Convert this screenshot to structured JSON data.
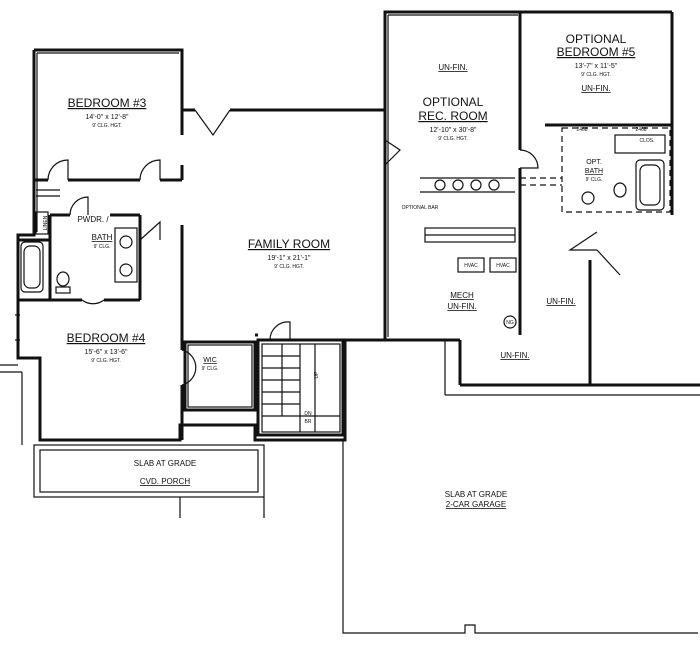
{
  "rooms": {
    "bedroom3": {
      "name": "BEDROOM #3",
      "dims": "14'-0\" x 12'-8\"",
      "ceiling": "9' CLG. HGT."
    },
    "pwdr": {
      "name": "PWDR. /"
    },
    "bath": {
      "name": "BATH",
      "ceiling": "9' CLG."
    },
    "linen": {
      "name": "LINEN"
    },
    "family": {
      "name": "FAMILY ROOM",
      "dims": "19'-1\" x 21'-1\"",
      "ceiling": "9' CLG. HGT."
    },
    "bedroom4": {
      "name": "BEDROOM #4",
      "dims": "15'-6\" x 13'-6\"",
      "ceiling": "9' CLG. HGT."
    },
    "wic": {
      "name": "WIC",
      "ceiling": "9' CLG."
    },
    "unfin_top": {
      "name": "UN-FIN."
    },
    "rec": {
      "line1": "OPTIONAL",
      "line2": "REC. ROOM",
      "dims": "12'-10\" x 30'-8\"",
      "ceiling": "9' CLG. HGT."
    },
    "optional_bar": {
      "name": "OPTIONAL BAR"
    },
    "hvac1": {
      "name": "HVAC"
    },
    "hvac2": {
      "name": "HVAC"
    },
    "mech": {
      "line1": "MECH",
      "line2": "UN-FIN."
    },
    "ng": {
      "name": "NG"
    },
    "bedroom5": {
      "line1": "OPTIONAL",
      "line2": "BEDROOM #5",
      "dims": "13'-7\" x 11'-5\"",
      "ceiling": "9' CLG. HGT.",
      "unfin": "UN-FIN."
    },
    "opt_bath": {
      "line1": "OPT.",
      "line2": "BATH",
      "ceiling": "9' CLG."
    },
    "clos": {
      "name": "CLOS."
    },
    "door_2468a": {
      "name": "2468"
    },
    "door_2468b": {
      "name": "2468"
    },
    "unfin_right": {
      "name": "UN-FIN."
    },
    "unfin_bottom": {
      "name": "UN-FIN."
    },
    "stairs": {
      "up": "UP",
      "dn": "DN",
      "br": "BR"
    },
    "porch": {
      "line1": "SLAB AT GRADE",
      "line2": "CVD. PORCH"
    },
    "garage": {
      "line1": "SLAB AT GRADE",
      "line2": "2-CAR GARAGE"
    }
  }
}
